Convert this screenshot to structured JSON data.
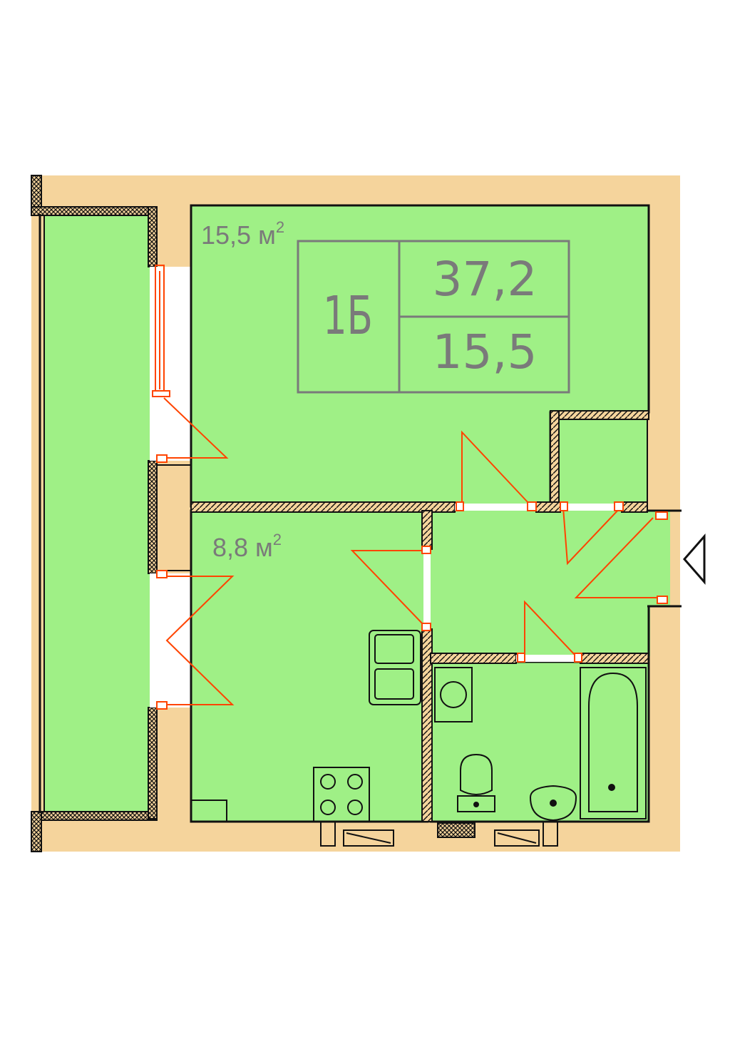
{
  "colors": {
    "room": "#9ff086",
    "wall_fill": "#f5d49c",
    "outer": "#f5d49c",
    "line": "#111111",
    "door": "#ff4400",
    "text": "#7a7a7a"
  },
  "plan": {
    "living_area": {
      "value": "15,5 м",
      "sup": "2"
    },
    "kitchen_area": {
      "value": "8,8 м",
      "sup": "2"
    },
    "badge": {
      "type": "1Б",
      "total": "37,2",
      "living": "15,5"
    },
    "entrance_icon": "entrance-arrow-icon"
  }
}
